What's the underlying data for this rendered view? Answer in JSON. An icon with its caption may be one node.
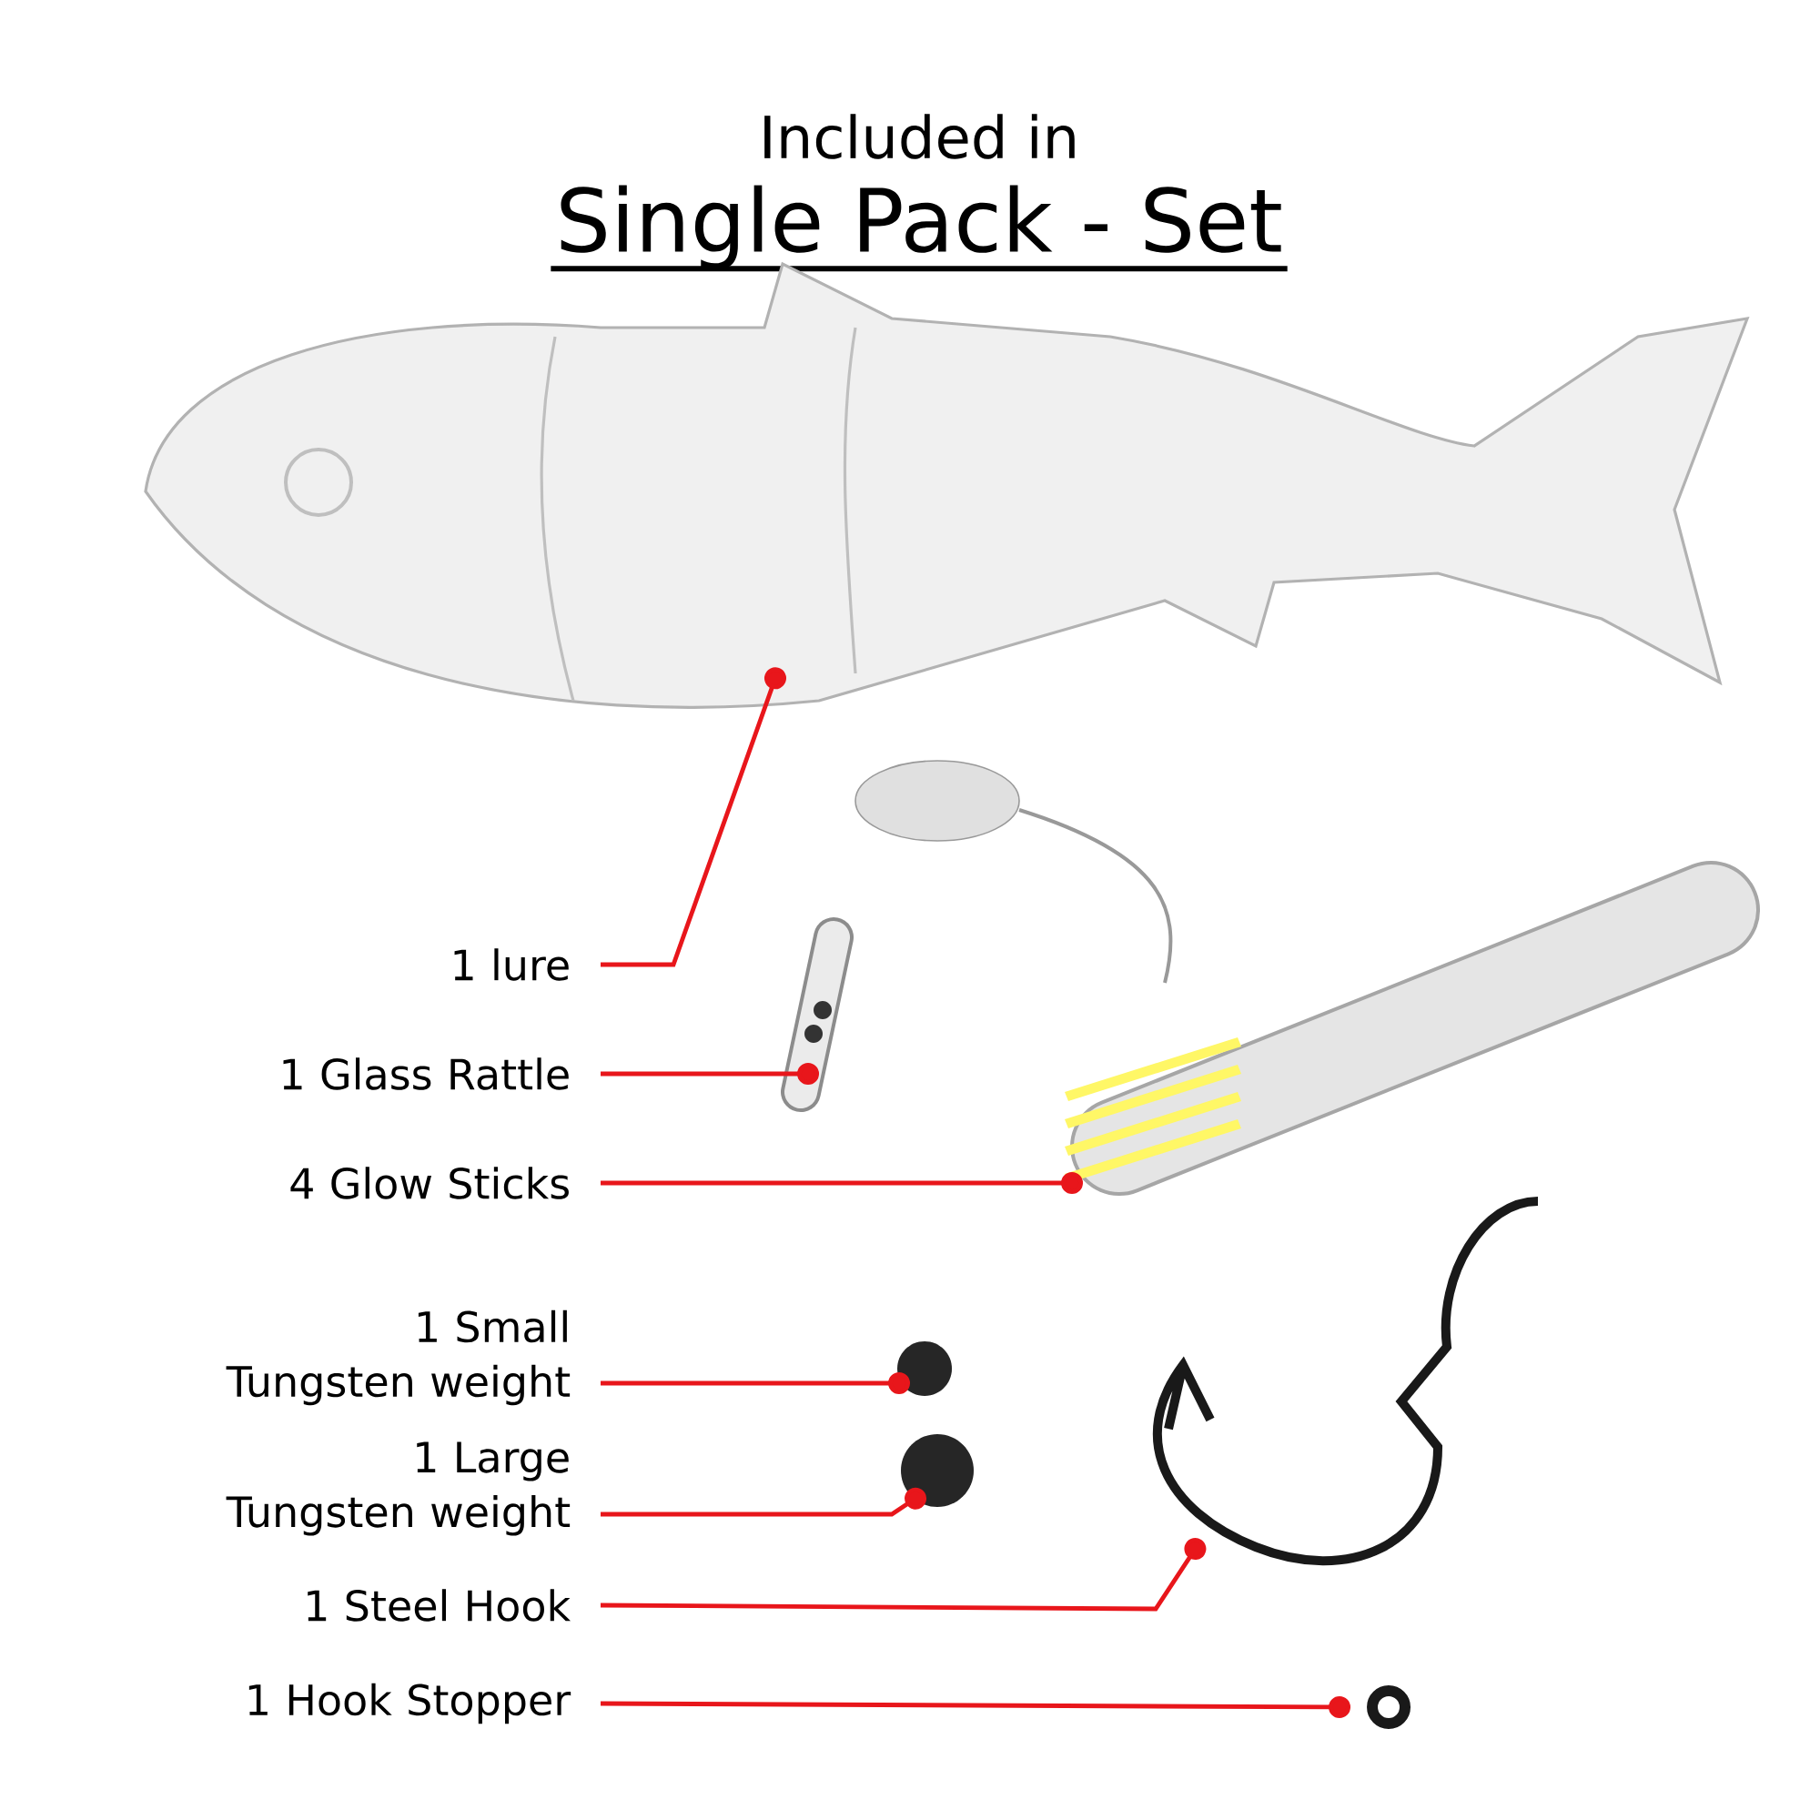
{
  "diagram": {
    "title": "Single Pack - Set",
    "labels": [
      "Included in"
    ],
    "nodes": [
      {
        "text": [
          "1 lure"
        ]
      },
      {
        "text": [
          "1 Glass Rattle"
        ]
      },
      {
        "text": [
          "4 Glow Sticks"
        ]
      },
      {
        "text": [
          "1 Small Tungsten weight"
        ]
      },
      {
        "text": [
          "1 Large Tungsten weight"
        ]
      },
      {
        "text": [
          "1 Steel Hook"
        ]
      },
      {
        "text": [
          "1 Hook Stopper"
        ]
      },
      {
        "text": [],
        "shape": "picture"
      },
      {
        "text": [],
        "shape": "picture"
      },
      {
        "text": [],
        "shape": "picture"
      },
      {
        "text": [],
        "shape": "circle"
      },
      {
        "text": [],
        "shape": "circle"
      },
      {
        "text": [],
        "shape": "picture"
      },
      {
        "text": [],
        "shape": "circle"
      }
    ],
    "edges": [
      {
        "from": 0,
        "to": 7,
        "arrow": "other"
      },
      {
        "from": 1,
        "to": 8,
        "arrow": "other"
      },
      {
        "from": 2,
        "to": 9,
        "arrow": "other"
      },
      {
        "from": 3,
        "to": 10,
        "arrow": "other"
      },
      {
        "from": 4,
        "to": 11,
        "arrow": "other"
      },
      {
        "from": 5,
        "to": 12,
        "arrow": "other"
      },
      {
        "from": 6,
        "to": 13,
        "arrow": "other"
      }
    ]
  }
}
